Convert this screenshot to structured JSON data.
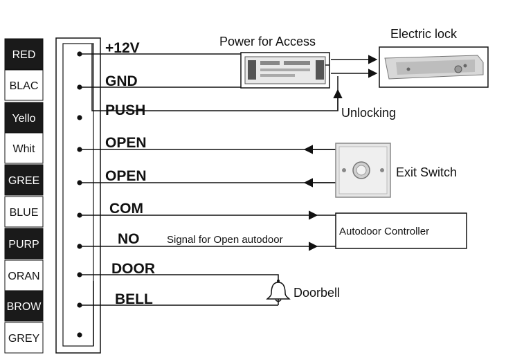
{
  "colors": {
    "dark_tab": "#1a1a1a",
    "light_tab": "#ffffff",
    "line": "#111111"
  },
  "wire_colors": [
    {
      "label": "RED",
      "dark": true
    },
    {
      "label": "BLAC",
      "dark": false
    },
    {
      "label": "Yello",
      "dark": true
    },
    {
      "label": "Whit",
      "dark": false
    },
    {
      "label": "GREE",
      "dark": true
    },
    {
      "label": "BLUE",
      "dark": false
    },
    {
      "label": "PURP",
      "dark": true
    },
    {
      "label": "ORAN",
      "dark": false
    },
    {
      "label": "BROW",
      "dark": true
    },
    {
      "label": "GREY",
      "dark": false
    }
  ],
  "terminals": {
    "plus12v": "+12V",
    "gnd": "GND",
    "push": "PUSH",
    "open1": "OPEN",
    "open2": "OPEN",
    "com": "COM",
    "no": "NO",
    "door": "DOOR",
    "bell": "BELL"
  },
  "devices": {
    "power_title": "Power for Access",
    "lock_title": "Electric lock",
    "unlocking": "Unlocking",
    "exit_switch": "Exit Switch",
    "autodoor_controller": "Autodoor Controller",
    "signal_note": "Signal for Open  autodoor",
    "doorbell": "Doorbell"
  }
}
